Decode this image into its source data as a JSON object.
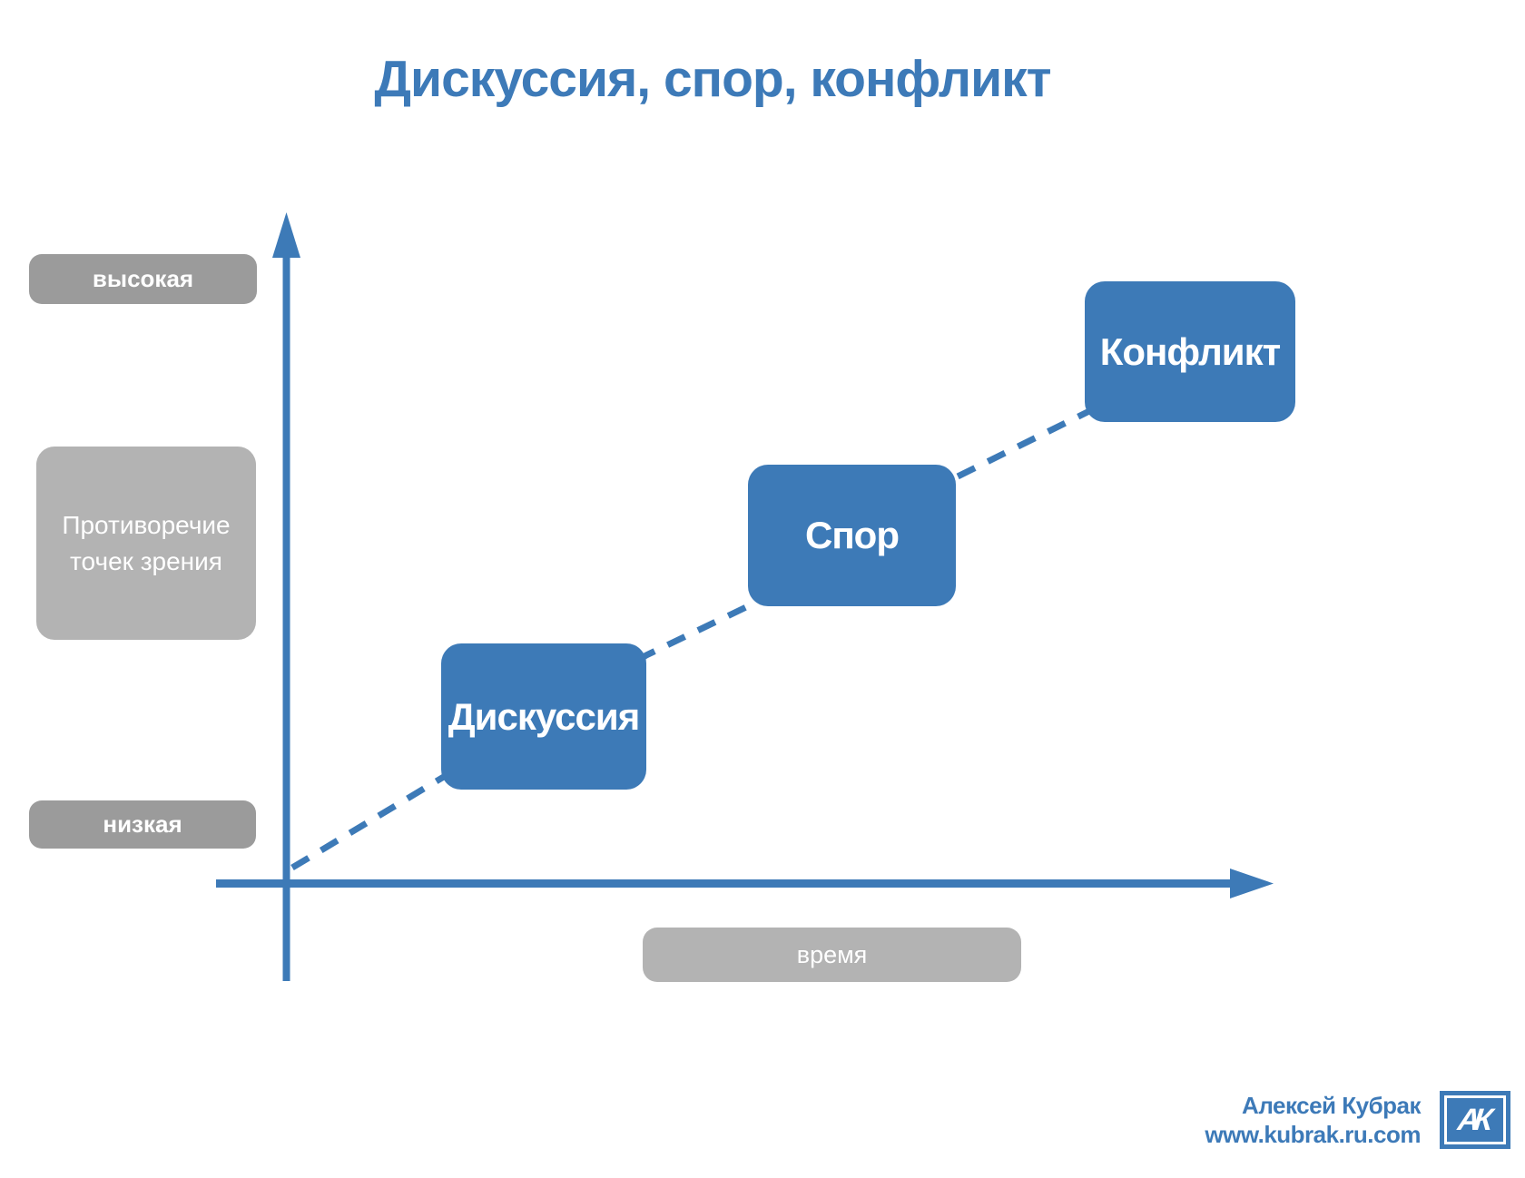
{
  "title": "Дискуссия, спор, конфликт",
  "colors": {
    "accent_blue": "#3d7ab7",
    "title_blue": "#3d7ab8",
    "dark_gray": "#9b9b9b",
    "light_gray": "#b3b3b3",
    "text_on_fills": "#ffffff",
    "background": "#ffffff"
  },
  "y_axis": {
    "label_high": "высокая",
    "label_low": "низкая",
    "title_line1": "Противоречие",
    "title_line2": "точек зрения"
  },
  "x_axis": {
    "label": "время"
  },
  "stages": [
    {
      "label": "Дискуссия"
    },
    {
      "label": "Спор"
    },
    {
      "label": "Конфликт"
    }
  ],
  "footer": {
    "author": "Алексей Кубрак",
    "website": "www.kubrak.ru.com",
    "logo_monogram": "АК"
  },
  "chart_data": {
    "type": "scatter",
    "title": "Дискуссия, спор, конфликт",
    "xlabel": "время",
    "ylabel": "Противоречие точек зрения",
    "y_tick_labels": [
      "низкая",
      "высокая"
    ],
    "grid": false,
    "legend": false,
    "points": [
      {
        "label": "Дискуссия",
        "x": 1,
        "y": 1
      },
      {
        "label": "Спор",
        "x": 2,
        "y": 2
      },
      {
        "label": "Конфликт",
        "x": 3,
        "y": 3
      }
    ],
    "trend_line": "rising dashed line from origin through all three stages"
  }
}
